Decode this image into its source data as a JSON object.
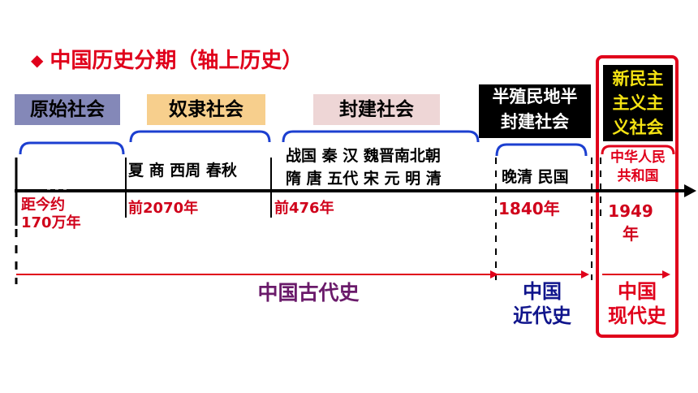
{
  "title": "中国历史分期（轴上历史）",
  "title_marker": "◆",
  "society_boxes": {
    "primitive": "原始社会",
    "slave": "奴隶社会",
    "feudal": "封建社会",
    "semi_colonial_line1": "半殖民地半",
    "semi_colonial_line2": "封建社会",
    "new_democratic_line1": "新民主",
    "new_democratic_line2": "主义主",
    "new_democratic_line3": "义社会"
  },
  "dynasties": {
    "slave": "夏 商 西周 春秋",
    "feudal_line1": "战国 秦 汉 魏晋南北朝",
    "feudal_line2": "隋 唐 五代 宋 元 明 清",
    "modern": "晚清 民国",
    "prc_line1": "中华人民",
    "prc_line2": "共和国"
  },
  "dates": {
    "start_line1": "距今约",
    "start_line2": "170万年",
    "d2070": "前2070年",
    "d476": "前476年",
    "d1840": "1840年",
    "d1949_line1": "1949",
    "d1949_line2": "年"
  },
  "periods": {
    "ancient": "中国古代史",
    "modern_line1": "中国",
    "modern_line2": "近代史",
    "contemporary_line1": "中国",
    "contemporary_line2": "现代史"
  },
  "colors": {
    "red": "#e0001b",
    "dark_red": "#d0021b",
    "purple": "#6a1a6a",
    "navy": "#10158c",
    "primitive_box": "#8488b8",
    "slave_box": "#f7cf8d",
    "feudal_box": "#eed6d6",
    "dark_box": "#000000",
    "brace_blue": "#1c3fd0",
    "new_dem_border": "#e0001b"
  }
}
